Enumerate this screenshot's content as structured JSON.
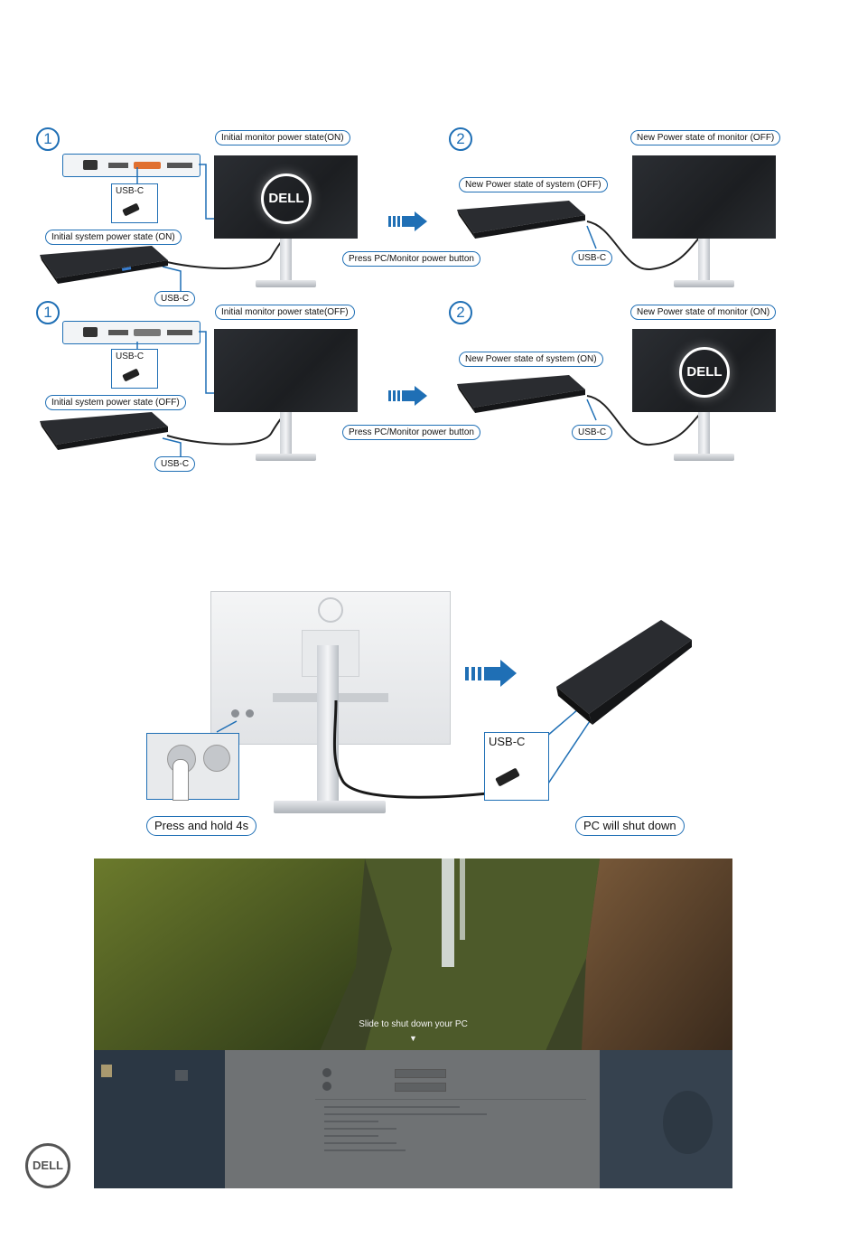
{
  "diagram1": {
    "step1": "1",
    "step2": "2",
    "initial_monitor": "Initial monitor power state(ON)",
    "new_system": "New Power state of system (OFF)",
    "new_monitor": "New Power state of monitor (OFF)",
    "initial_system": "Initial system power state (ON)",
    "press": "Press PC/Monitor power button",
    "usbc_panel": "USB-C",
    "usbc_dock": "USB-C",
    "usbc_right": "USB-C"
  },
  "diagram2": {
    "step1": "1",
    "step2": "2",
    "initial_monitor": "Initial monitor power state(OFF)",
    "new_system": "New Power state of system (ON)",
    "new_monitor": "New Power state of monitor (ON)",
    "initial_system": "Initial system power state (OFF)",
    "press": "Press PC/Monitor power button",
    "usbc_panel": "USB-C",
    "usbc_dock": "USB-C",
    "usbc_right": "USB-C"
  },
  "diagram3": {
    "usbc": "USB-C",
    "press_hold": "Press and hold 4s",
    "shutdown": "PC will shut down"
  },
  "logo_text": "DELL",
  "screen": {
    "slide_text": "Slide to shut down your PC",
    "slide_arrow": "▼"
  },
  "colors": {
    "accent": "#1f6fb5",
    "arrow": "#1f6fb5"
  }
}
